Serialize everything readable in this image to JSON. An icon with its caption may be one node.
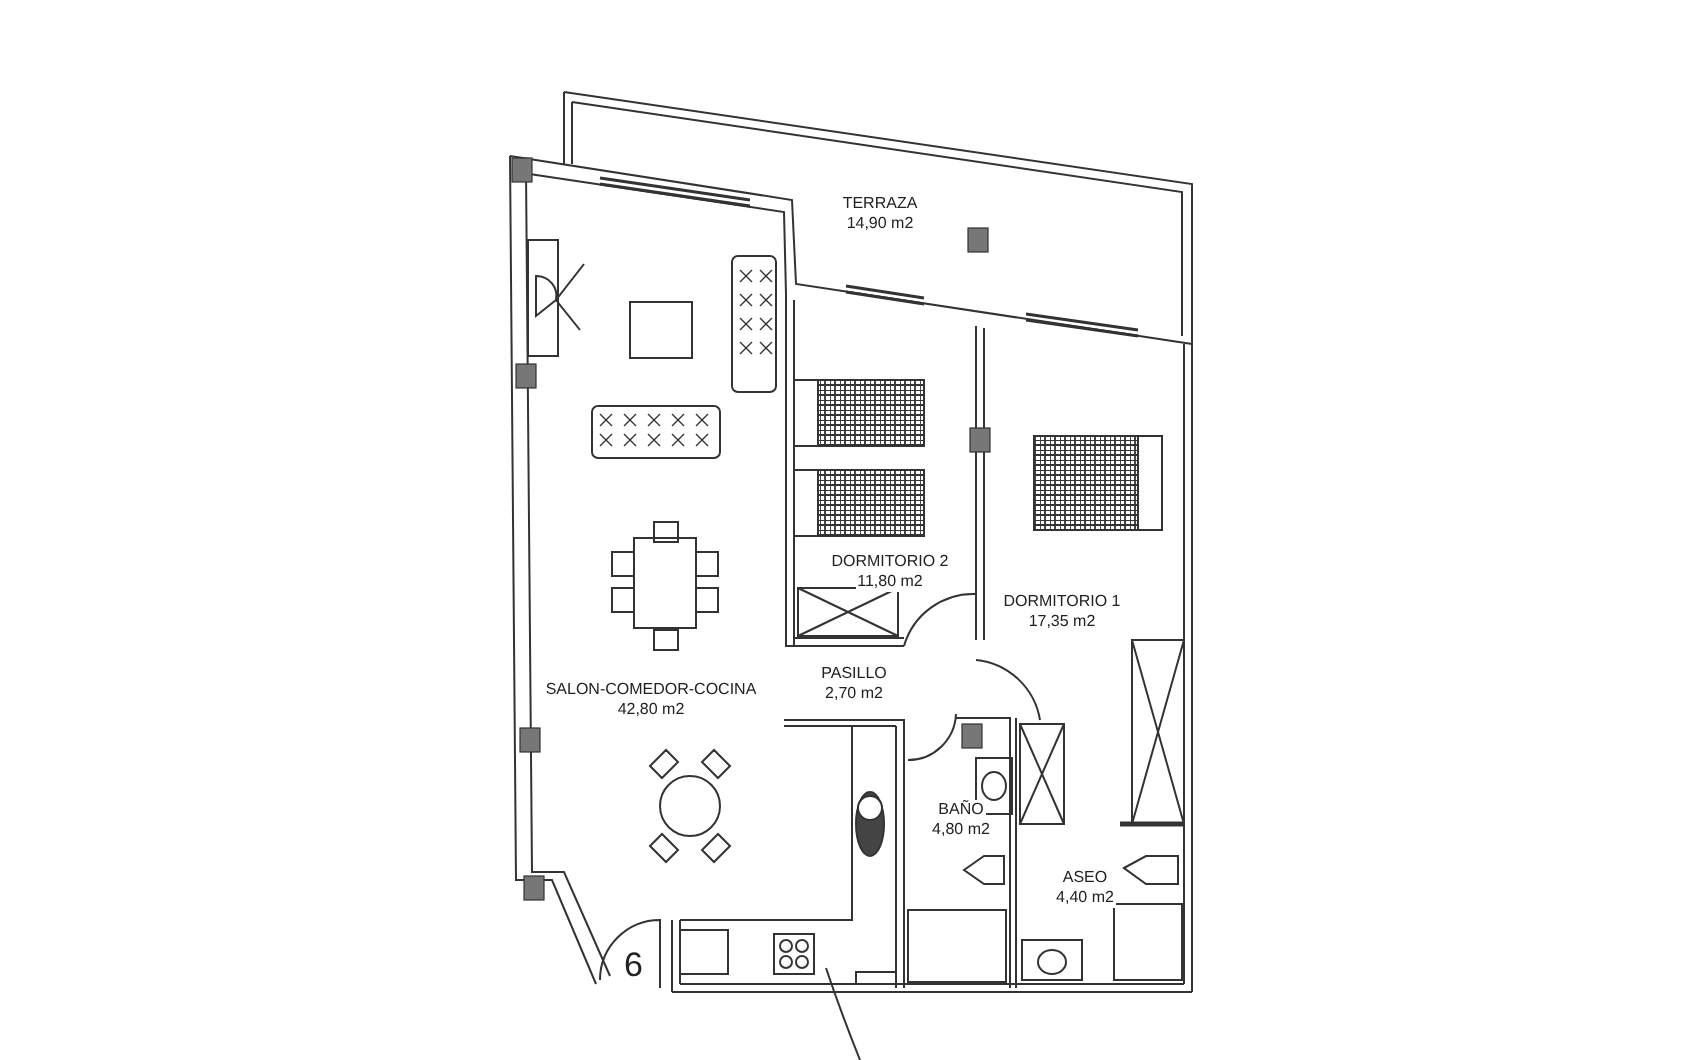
{
  "diagram": {
    "nodes": [
      {
        "text": [
          "TERRAZA",
          "14,90 m2"
        ]
      },
      {
        "text": [
          "SALON-COMEDOR-COCINA",
          "42,80 m2"
        ]
      },
      {
        "text": [
          "DORMITORIO 2",
          "11,80 m2"
        ]
      },
      {
        "text": [
          "DORMITORIO 1",
          "17,35 m2"
        ]
      },
      {
        "text": [
          "PASILLO",
          "2,70 m2"
        ]
      },
      {
        "text": [
          "BAÑO",
          "4,80 m2"
        ]
      },
      {
        "text": [
          "ASEO",
          "4,40 m2"
        ]
      }
    ],
    "labels": [
      "6"
    ]
  }
}
